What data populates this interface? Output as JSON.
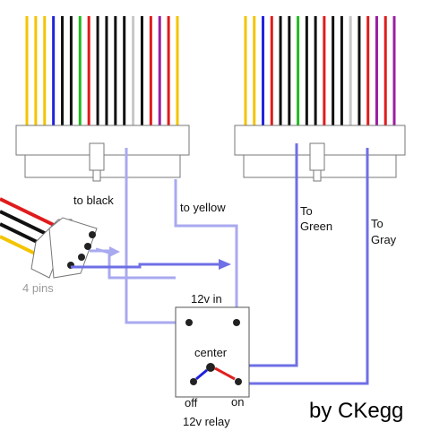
{
  "labels": {
    "to_black": "to black",
    "to_yellow": "to yellow",
    "to_green_line1": "To",
    "to_green_line2": "Green",
    "to_gray_line1": "To",
    "to_gray_line2": "Gray",
    "four_pins": "4 pins",
    "relay_12v_in": "12v in",
    "center": "center",
    "off": "off",
    "on": "on",
    "relay_name": "12v relay",
    "credit": "by CKegg"
  },
  "colors": {
    "jumper_dark": "#6f6fe6",
    "jumper_light": "#a9a9f0",
    "wire_yellow": "#f4c400",
    "wire_blue": "#2222dd",
    "wire_red": "#e01b1b",
    "wire_green": "#22bb22",
    "wire_black": "#111111",
    "wire_gray": "#c8c8c8",
    "wire_purple": "#9b1fa0",
    "wire_orange": "#f08a00",
    "relay_red": "#e02020",
    "relay_blue": "#2020e0"
  },
  "left_connector_wires": [
    "wire_yellow",
    "wire_yellow",
    "wire_yellow",
    "wire_blue",
    "wire_black",
    "wire_black",
    "wire_green",
    "wire_red",
    "wire_black",
    "wire_black",
    "wire_black",
    "wire_black",
    "wire_gray",
    "wire_black",
    "wire_red",
    "wire_purple",
    "wire_red",
    "wire_yellow"
  ],
  "right_connector_wires": [
    "wire_yellow",
    "wire_yellow",
    "wire_blue",
    "wire_red",
    "wire_black",
    "wire_black",
    "wire_green",
    "wire_black",
    "wire_black",
    "wire_red",
    "wire_black",
    "wire_black",
    "wire_gray",
    "wire_black",
    "wire_red",
    "wire_purple",
    "wire_red",
    "wire_purple"
  ],
  "molex_wires": [
    "wire_red",
    "wire_black",
    "wire_black",
    "wire_yellow"
  ]
}
